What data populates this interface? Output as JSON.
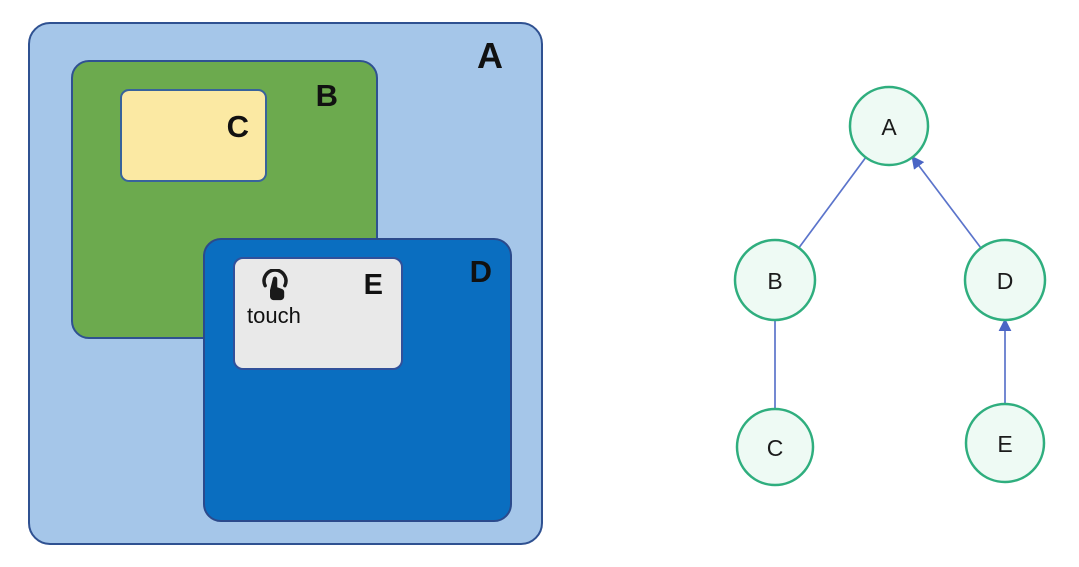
{
  "nested_diagram": {
    "description": "nested-touch-target-boxes",
    "boxes": {
      "a": {
        "label": "A"
      },
      "b": {
        "label": "B"
      },
      "c": {
        "label": "C"
      },
      "d": {
        "label": "D"
      },
      "e": {
        "label": "E",
        "event_label": "touch",
        "icon": "tap-gesture-icon"
      }
    },
    "colors": {
      "a_fill": "#a5c6e9",
      "a_border": "#2f5191",
      "b_fill": "#6caa4e",
      "b_border": "#2f5191",
      "c_fill": "#fbe9a3",
      "c_border": "#38639b",
      "d_fill": "#0a6ec0",
      "d_border": "#2b4a8c",
      "e_fill": "#e9e9e9",
      "e_border": "#31519b",
      "label_text": "#111111"
    }
  },
  "tree": {
    "description": "node-hierarchy-with-event-propagation-arrows",
    "nodes": [
      {
        "id": "A",
        "label": "A"
      },
      {
        "id": "B",
        "label": "B"
      },
      {
        "id": "C",
        "label": "C"
      },
      {
        "id": "D",
        "label": "D"
      },
      {
        "id": "E",
        "label": "E"
      }
    ],
    "edges": [
      {
        "from": "B",
        "to": "A",
        "arrow": false
      },
      {
        "from": "D",
        "to": "A",
        "arrow": true
      },
      {
        "from": "C",
        "to": "B",
        "arrow": false
      },
      {
        "from": "E",
        "to": "D",
        "arrow": true
      }
    ],
    "colors": {
      "node_fill": "#eefaf4",
      "node_border": "#2fae7e",
      "edge": "#5b74cb",
      "arrow": "#4a65c5",
      "node_text": "#1b1b1b"
    }
  }
}
